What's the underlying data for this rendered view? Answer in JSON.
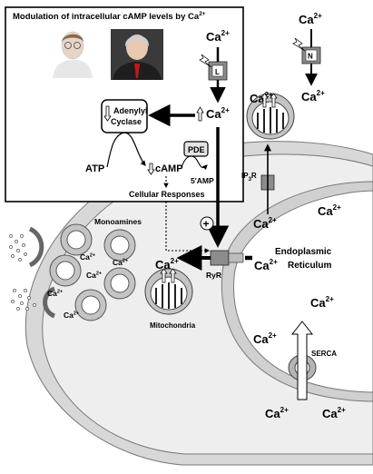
{
  "inset": {
    "title": "Modulation of intracellular cAMP levels by Ca",
    "title_sup": "2+",
    "photo1_caption": "",
    "photo2_caption": ""
  },
  "labels": {
    "ca_text": "Ca",
    "ca_sup": "2+",
    "adenylyl_line1": "Adenylyl",
    "adenylyl_line2": "Cyclase",
    "atp": "ATP",
    "camp": "cAMP",
    "pde": "PDE",
    "five_amp": "5'AMP",
    "cellular_responses": "Cellular Responses",
    "monoamines": "Monoamines",
    "mitochondria": "Mitochondria",
    "ryr": "RyR",
    "ip3r_prefix": "IP",
    "ip3r_sub": "3",
    "ip3r_suffix": "R",
    "er_line1": "Endoplasmic",
    "er_line2": "Reticulum",
    "serca": "SERCA",
    "channel_l": "L",
    "channel_n": "N",
    "plus_sign": "+"
  },
  "colors": {
    "cell_fill": "#eeeeee",
    "membrane": "#b4b4b4",
    "channel": "#8c8c8c",
    "pde_fill": "#e4e4e4"
  },
  "icons": [
    "lightning-icon",
    "up-arrow-icon",
    "down-arrow-icon",
    "plus-circle-icon"
  ]
}
